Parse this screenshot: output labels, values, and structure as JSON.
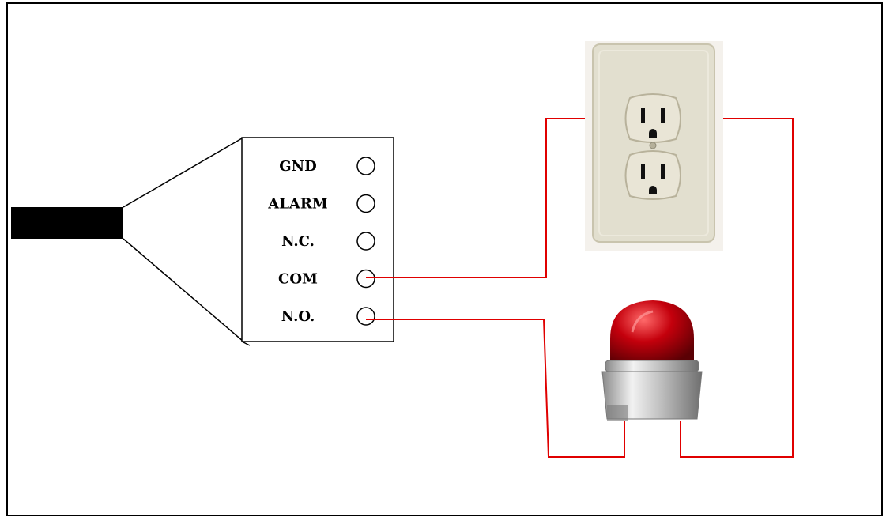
{
  "terminals": [
    {
      "id": "gnd",
      "label": "GND"
    },
    {
      "id": "alarm",
      "label": "ALARM"
    },
    {
      "id": "nc",
      "label": "N.C."
    },
    {
      "id": "com",
      "label": "COM"
    },
    {
      "id": "no",
      "label": "N.O."
    }
  ],
  "colors": {
    "wire": "#e00000",
    "frame": "#000000",
    "plate": "#e2dfcf",
    "plate_edge": "#c9c4ae",
    "plate_bg": "#f4f1ec",
    "receptacle": "#e9e5d6",
    "lamp_red": "#b0000a",
    "lamp_base": "#c8c8c8"
  },
  "icons": {
    "outlet": "duplex-outlet-icon",
    "lamp": "red-beacon-lamp-icon",
    "cable": "cable-icon"
  }
}
